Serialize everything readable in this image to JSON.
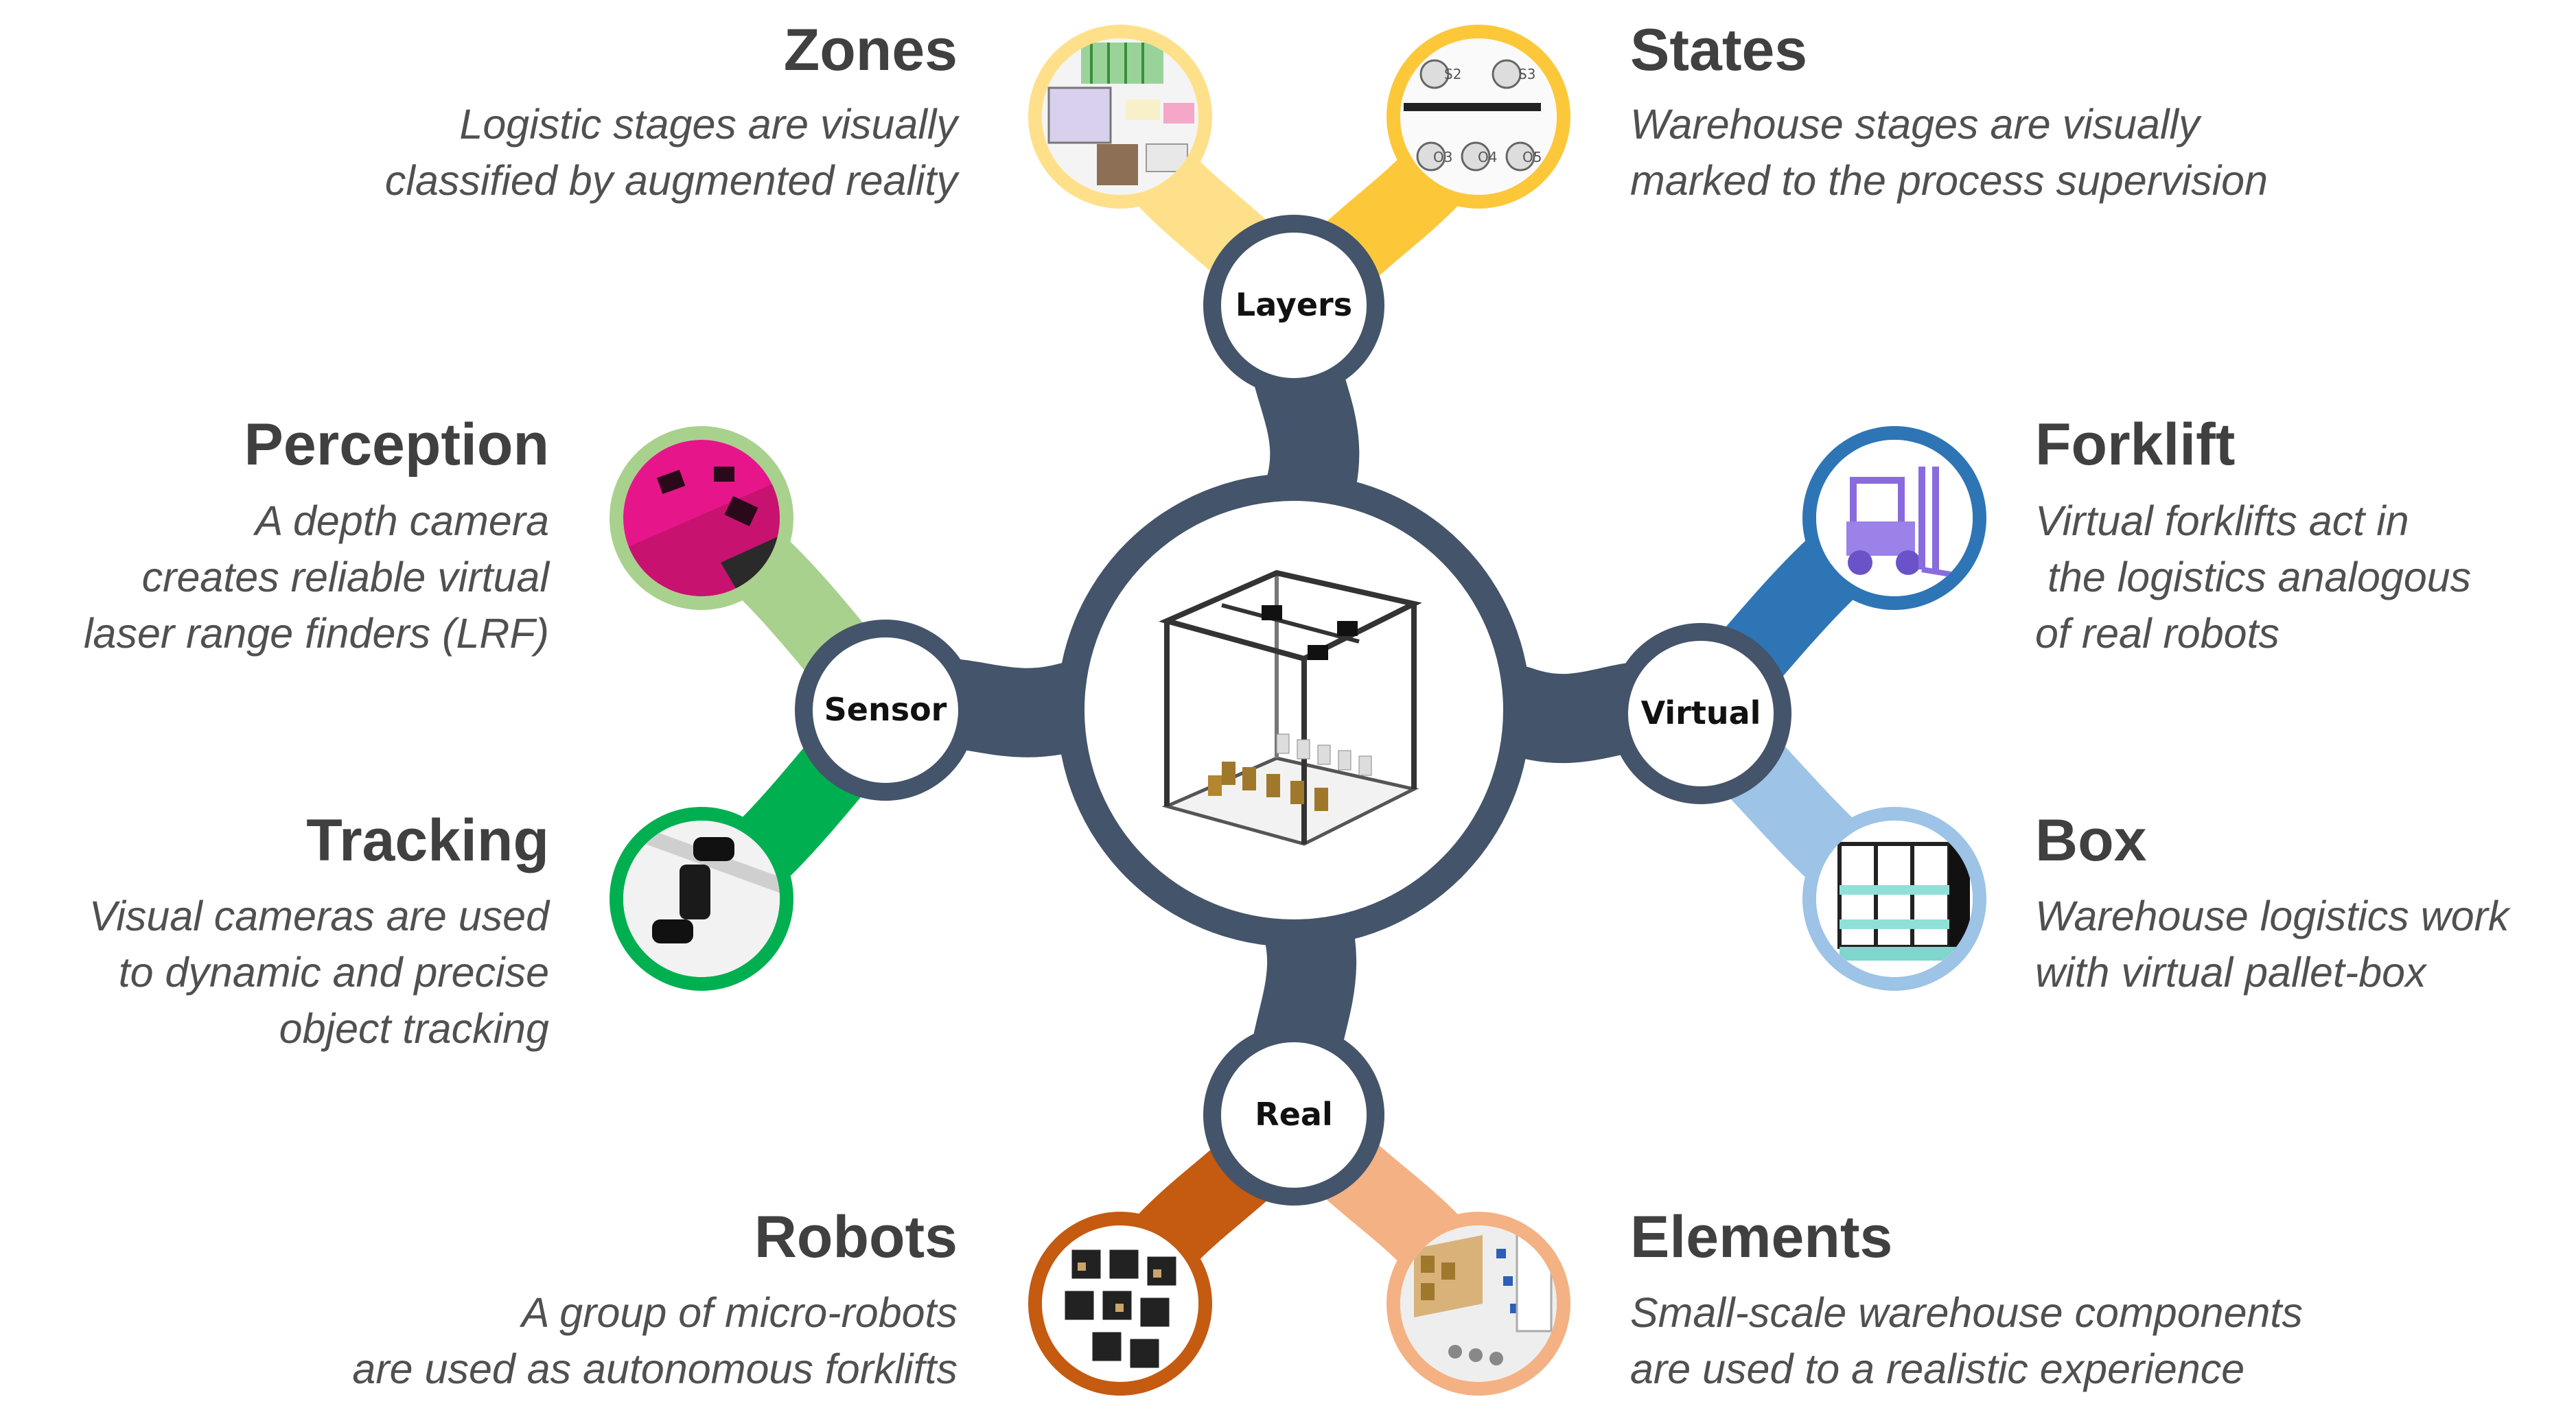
{
  "colors": {
    "hub": "#44546a",
    "zones": "#ffe08a",
    "states": "#fcc83a",
    "perception": "#a9d18e",
    "tracking": "#00b050",
    "forklift": "#2e75b6",
    "box": "#9dc3e6",
    "robots": "#c55a11",
    "elements": "#f4b183"
  },
  "hubs": {
    "layers": "Layers",
    "sensor": "Sensor",
    "virtual": "Virtual",
    "real": "Real"
  },
  "items": {
    "zones": {
      "title": "Zones",
      "desc": [
        "Logistic stages are visually",
        "classified by augmented reality"
      ]
    },
    "states": {
      "title": "States",
      "desc": [
        "Warehouse stages are visually",
        "marked to the process supervision"
      ]
    },
    "perception": {
      "title": "Perception",
      "desc": [
        "A depth camera",
        "creates reliable virtual",
        "laser range finders (LRF)"
      ]
    },
    "tracking": {
      "title": "Tracking",
      "desc": [
        "Visual cameras are used",
        "to dynamic and precise",
        "object tracking"
      ]
    },
    "forklift": {
      "title": "Forklift",
      "desc": [
        "Virtual forklifts act in",
        "the logistics analogous",
        "of real robots"
      ]
    },
    "box": {
      "title": "Box",
      "desc": [
        "Warehouse logistics work",
        "with virtual pallet-box"
      ]
    },
    "robots": {
      "title": "Robots",
      "desc": [
        "A group of micro-robots",
        "are used as autonomous forklifts"
      ]
    },
    "elements": {
      "title": "Elements",
      "desc": [
        "Small-scale warehouse components",
        "are used to a realistic experience"
      ]
    }
  },
  "states_icon_labels": [
    "S2",
    "S3",
    "O3",
    "O4",
    "O5"
  ]
}
